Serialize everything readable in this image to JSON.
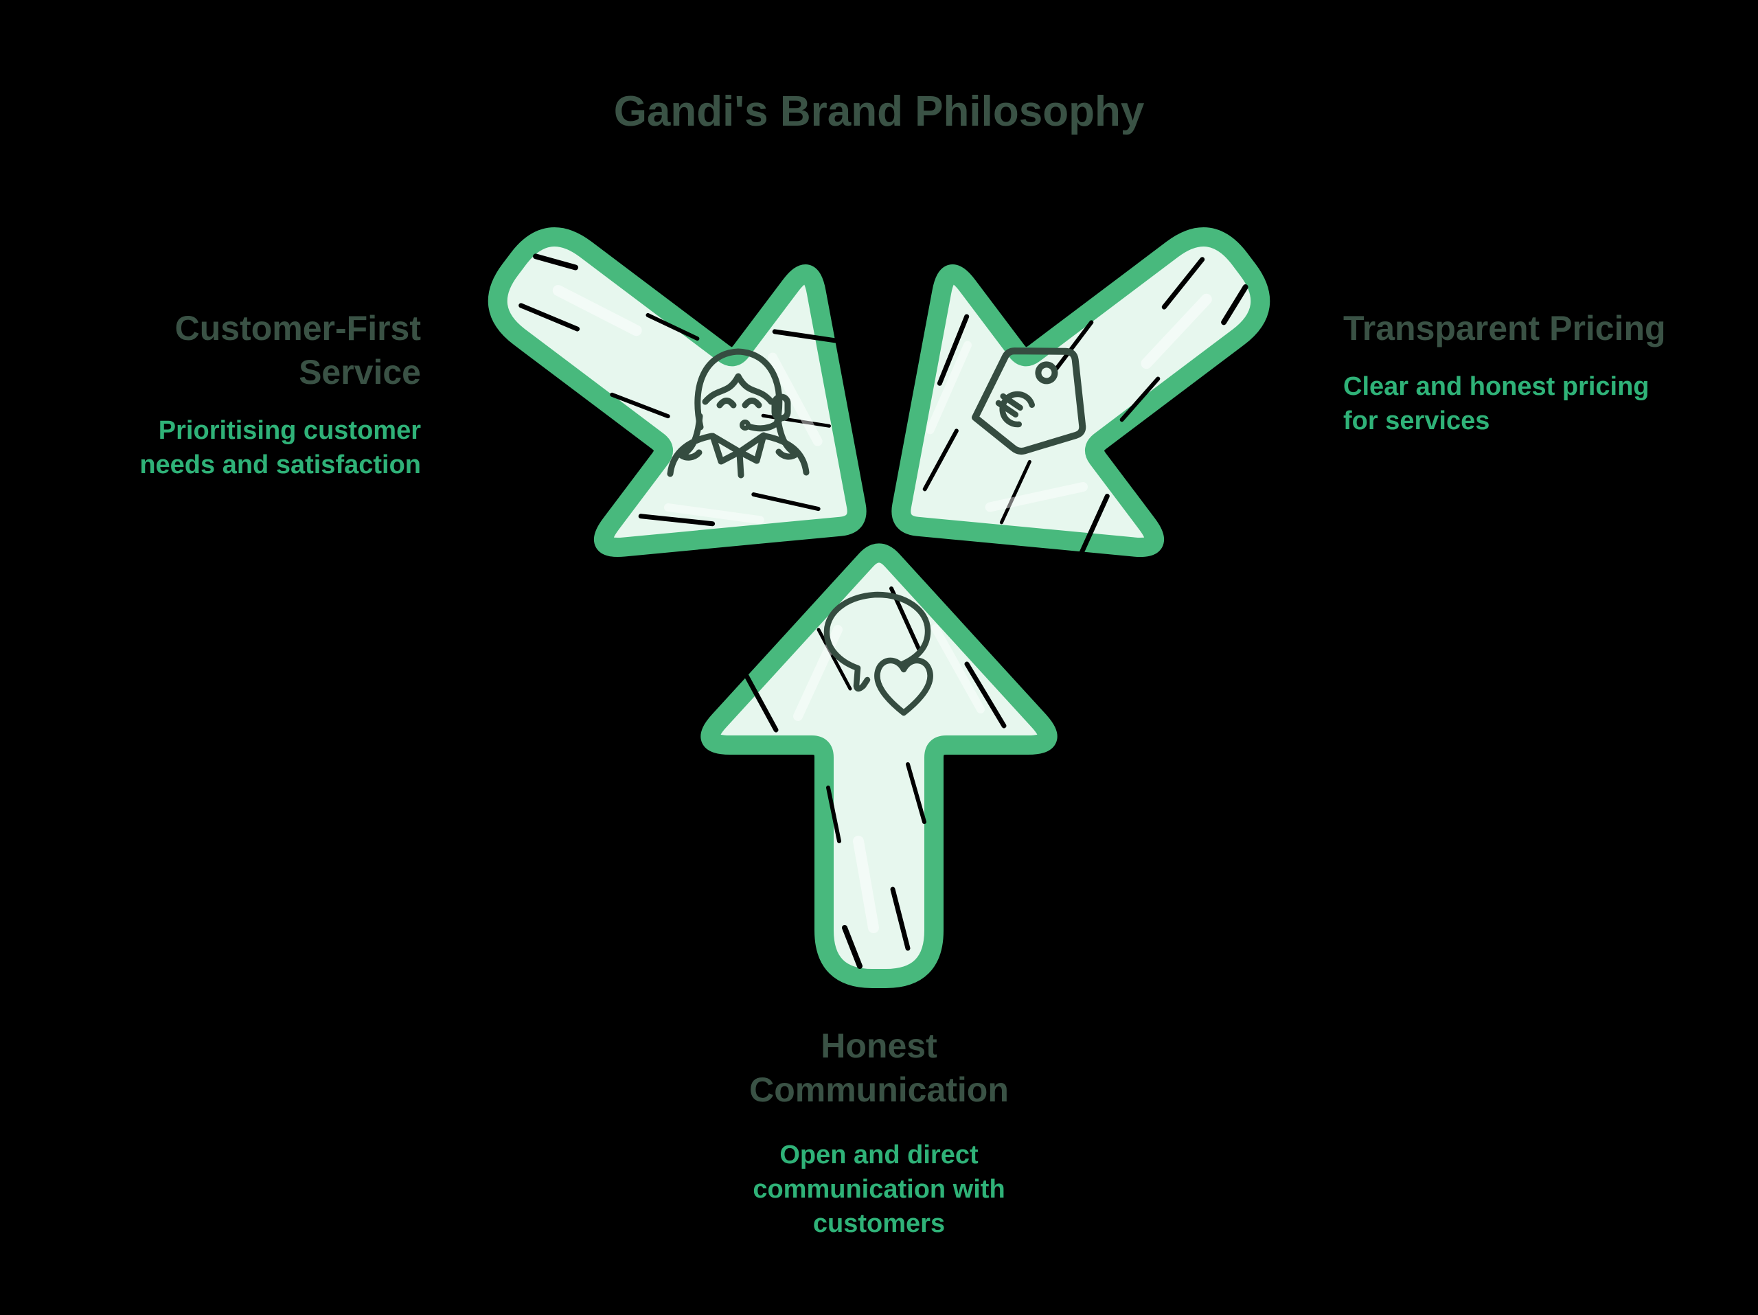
{
  "title": "Gandi's Brand Philosophy",
  "colors": {
    "background": "#000000",
    "arrow_fill": "#e7f7ee",
    "arrow_outline": "#48b97d",
    "heading_text": "#3a5245",
    "description_text": "#2fb278",
    "icon_stroke": "#354c40"
  },
  "sections": [
    {
      "id": "customer-first-service",
      "heading": "Customer-First Service",
      "description": "Prioritising customer needs and satisfaction",
      "icon": "support-agent-icon"
    },
    {
      "id": "transparent-pricing",
      "heading": "Transparent Pricing",
      "description": "Clear and honest pricing for services",
      "icon": "price-tag-icon"
    },
    {
      "id": "honest-communication",
      "heading": "Honest Communication",
      "description": "Open and direct communication with customers",
      "icon": "chat-heart-icon"
    }
  ]
}
